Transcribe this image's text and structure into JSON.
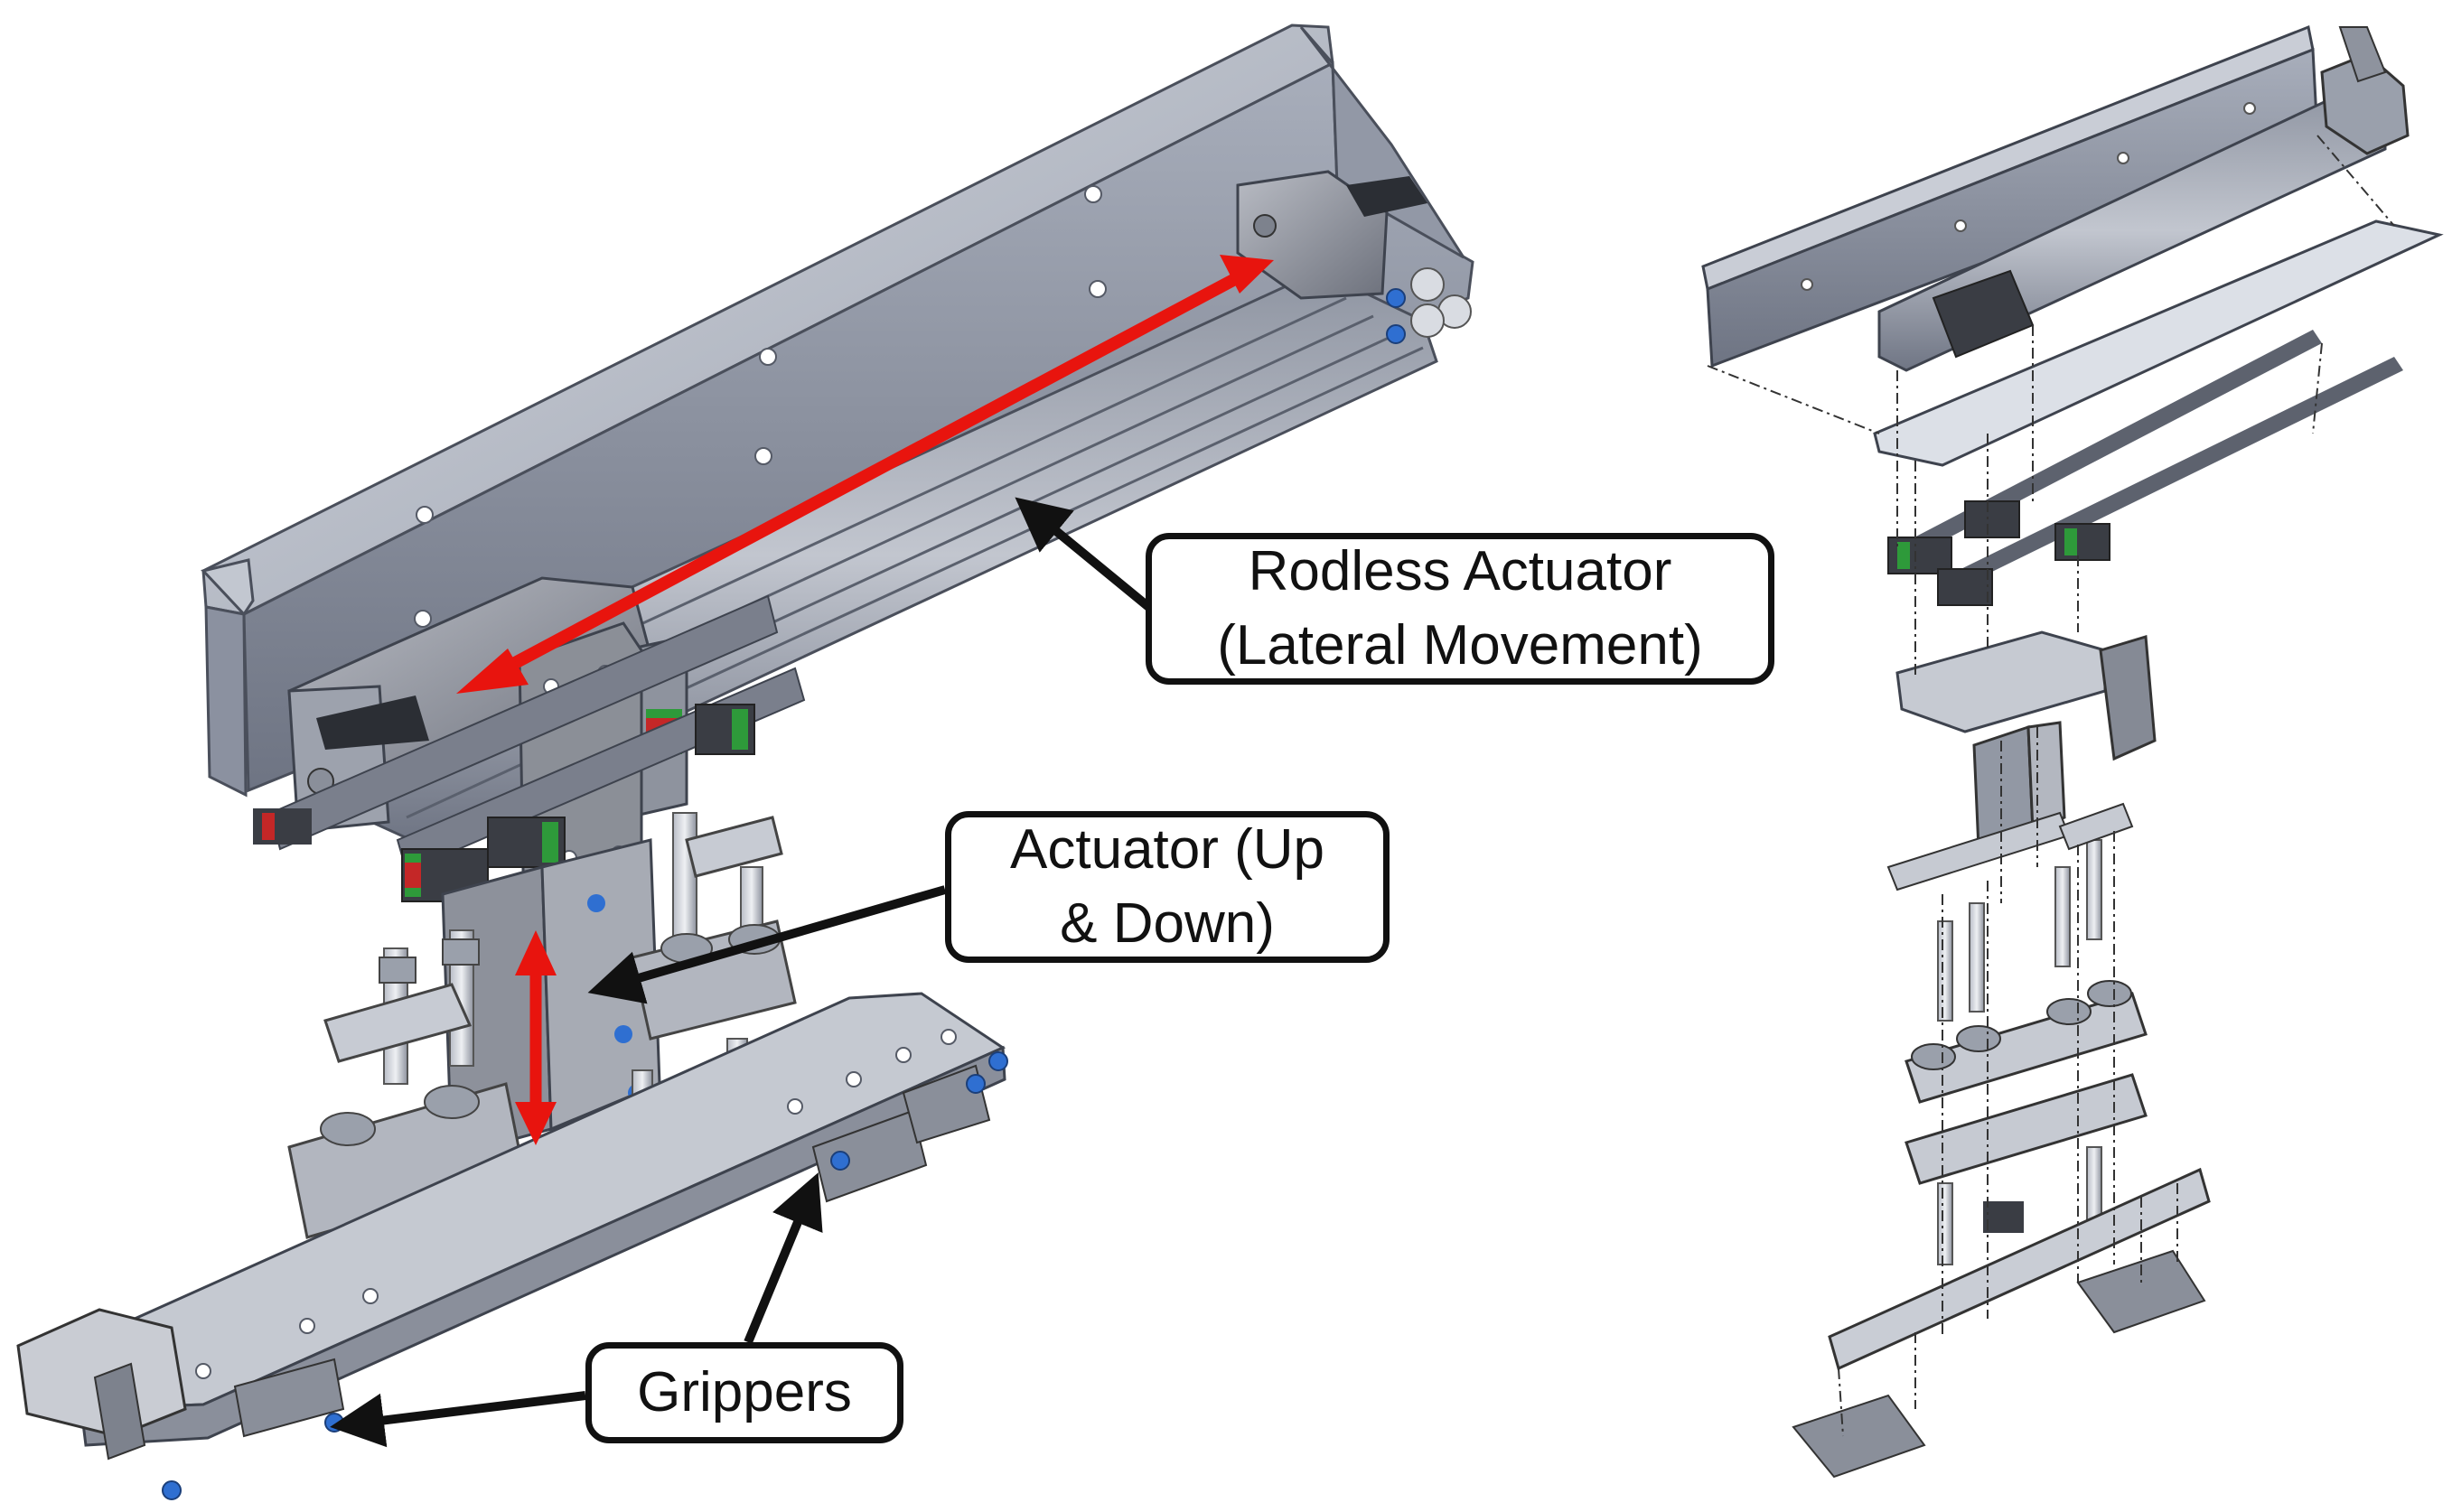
{
  "figure": {
    "labels": {
      "rodless_actuator": "Rodless Actuator\n(Lateral Movement)",
      "vertical_actuator": "Actuator (Up\n& Down)",
      "grippers": "Grippers"
    },
    "colors": {
      "motion_arrow": "#e8140e",
      "pointer_arrow": "#111111",
      "metal_light": "#c9cdd6",
      "metal_mid": "#9ea4b2",
      "metal_dark": "#6b7080",
      "rail_accent": "#2e9a3a",
      "fitting_blue": "#2f6fd1"
    }
  }
}
